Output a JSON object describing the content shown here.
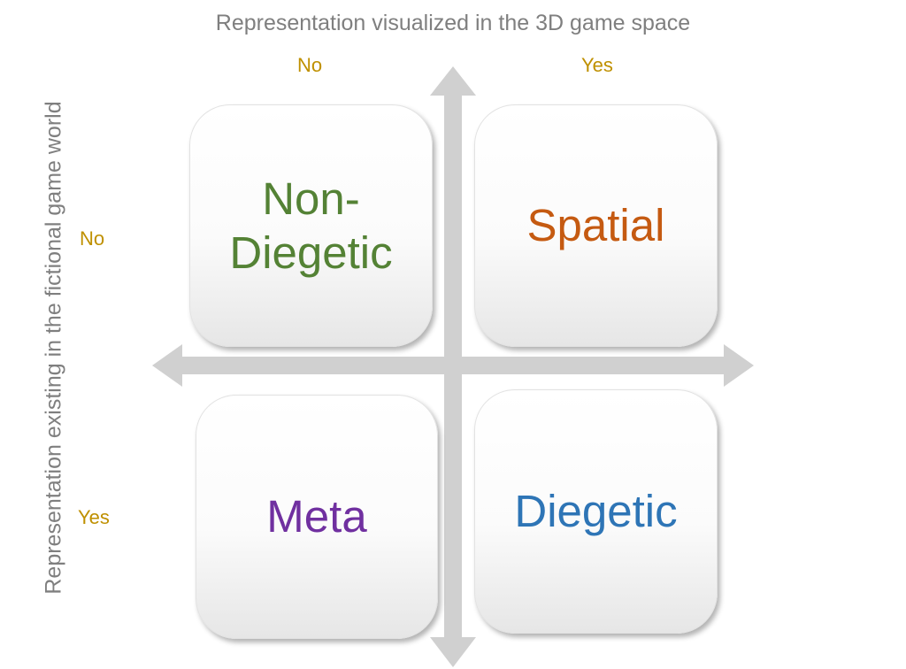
{
  "axes": {
    "horizontal_title": "Representation visualized in the 3D game space",
    "vertical_title": "Representation existing in the fictional game world",
    "horizontal_ticks": {
      "no": "No",
      "yes": "Yes"
    },
    "vertical_ticks": {
      "no": "No",
      "yes": "Yes"
    }
  },
  "quadrants": {
    "top_left": {
      "line1": "Non-",
      "line2": "Diegetic"
    },
    "top_right": {
      "label": "Spatial"
    },
    "bottom_left": {
      "label": "Meta"
    },
    "bottom_right": {
      "label": "Diegetic"
    }
  },
  "colors": {
    "axis_title": "#7f7f7f",
    "tick_label": "#bf9000",
    "arrow": "#d0d0d0",
    "non_diegetic": "#548235",
    "spatial": "#c55a11",
    "meta": "#7030a0",
    "diegetic": "#2e75b6"
  }
}
